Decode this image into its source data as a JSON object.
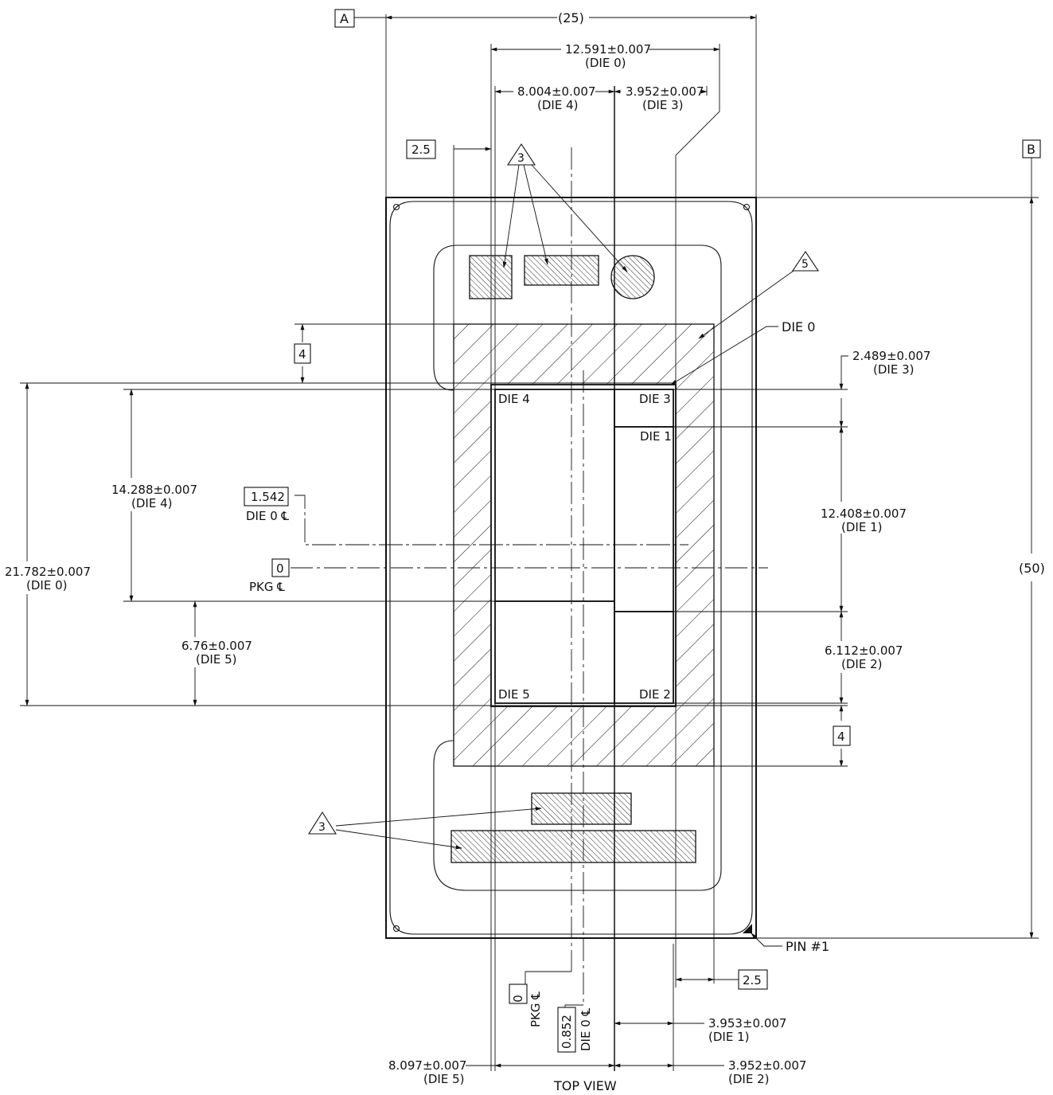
{
  "datums": {
    "a": "A",
    "b": "B"
  },
  "top_dims": {
    "width_25": "(25)",
    "die0_x": "12.591±0.007",
    "die0_x_sub": "(DIE 0)",
    "die4_x": "8.004±0.007",
    "die4_x_sub": "(DIE 4)",
    "die3_x": "3.952±0.007",
    "die3_x_sub": "(DIE 3)",
    "keepout_left": "2.5"
  },
  "right_dims": {
    "height_50": "(50)",
    "die3_y": "2.489±0.007",
    "die3_y_sub": "(DIE 3)",
    "die1_y": "12.408±0.007",
    "die1_y_sub": "(DIE 1)",
    "die2_y": "6.112±0.007",
    "die2_y_sub": "(DIE 2)",
    "keepout_bottom": "4"
  },
  "left_dims": {
    "keepout_top": "4",
    "die4_y": "14.288±0.007",
    "die4_y_sub": "(DIE 4)",
    "die0_y": "21.782±0.007",
    "die0_y_sub": "(DIE 0)",
    "die5_y": "6.76±0.007",
    "die5_y_sub": "(DIE 5)",
    "die0_center_offset": "1.542",
    "die0_center_label": "DIE 0 ℄",
    "pkg_center_value": "0",
    "pkg_center_label": "PKG ℄"
  },
  "bottom_dims": {
    "keepout_right": "2.5",
    "die1_x": "3.953±0.007",
    "die1_x_sub": "(DIE 1)",
    "die2_x": "3.952±0.007",
    "die2_x_sub": "(DIE 2)",
    "die5_x": "8.097±0.007",
    "die5_x_sub": "(DIE 5)",
    "pkg_center_value": "0",
    "pkg_center_label": "PKG ℄",
    "die0_center_offset": "0.852",
    "die0_center_label": "DIE 0 ℄"
  },
  "dies": {
    "die0": "DIE 0",
    "die1": "DIE 1",
    "die2": "DIE 2",
    "die3": "DIE 3",
    "die4": "DIE 4",
    "die5": "DIE 5"
  },
  "notes": {
    "note3_top": "3",
    "note3_bottom": "3",
    "note5": "5"
  },
  "pin1_label": "PIN #1",
  "view_title": "TOP VIEW"
}
